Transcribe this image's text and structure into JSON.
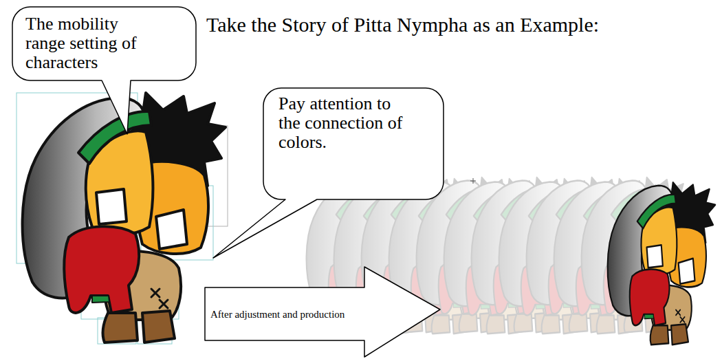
{
  "diagram": {
    "title": "Take the Story of Pitta Nympha as an Example:",
    "nodes": [
      {
        "text": [
          "The mobility range setting of characters"
        ]
      },
      {
        "text": [
          "Pay attention to the connection of colors."
        ]
      },
      {
        "text": [
          "After adjustment and production"
        ]
      }
    ]
  }
}
